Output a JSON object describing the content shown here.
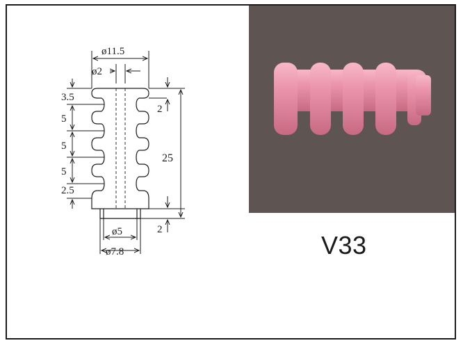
{
  "product": {
    "model": "V33"
  },
  "drawing": {
    "dimensions": {
      "overall_diameter": "ø11.5",
      "bore_diameter": "ø2",
      "boss_inner_diameter": "ø5",
      "boss_outer_diameter": "ø7.8",
      "top_offset": "3.5",
      "pitch_1": "5",
      "pitch_2": "5",
      "pitch_3": "5",
      "bottom_offset": "2.5",
      "total_length": "25",
      "top_flange_thickness": "2",
      "boss_height": "2"
    }
  },
  "colors": {
    "photo_background": "#5e5553",
    "ceramic_pink": "#e58aa2",
    "line": "#1a1a1a"
  }
}
